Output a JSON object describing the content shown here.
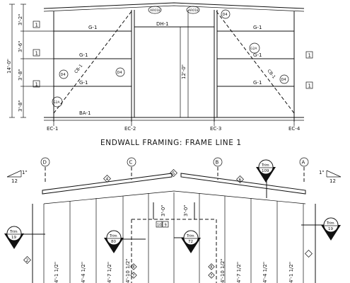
{
  "top": {
    "left_dims": [
      "3'-2\"",
      "3'-6\"",
      "3'-8\"",
      "3'-8\""
    ],
    "overall_dim": "14'-0\"",
    "center_dim": "12'-0\"",
    "girts_left": [
      "G-1",
      "G-1",
      "G-1"
    ],
    "girts_right": [
      "G-1",
      "G-1",
      "G-1"
    ],
    "header": "DH-1",
    "base_angle": "BA-1",
    "column_marks": [
      "EC-1",
      "EC-2",
      "EC-3",
      "EC-4"
    ],
    "rod_labels": [
      "AR018",
      "AR018"
    ],
    "circle_tags": [
      "D4",
      "D4",
      "D4",
      "D4",
      "G2A",
      "G2A"
    ],
    "brace_marks": [
      "CB-1",
      "CB-1"
    ],
    "box_tags": [
      "1",
      "1",
      "1",
      "1",
      "1"
    ],
    "title": "ENDWALL FRAMING:  FRAME LINE 1"
  },
  "bottom": {
    "grid_labels": [
      "D",
      "C",
      "B",
      "A"
    ],
    "slope_left": {
      "rise": "1\"",
      "run": "12"
    },
    "slope_right": {
      "rise": "1\"",
      "run": "12"
    },
    "diamond_tags": [
      "4",
      "5",
      "6"
    ],
    "trims": [
      {
        "word": "Trim",
        "num": "109"
      },
      {
        "word": "Trim",
        "num": "19"
      },
      {
        "word": "Trim",
        "num": "19"
      },
      {
        "word": "Trim",
        "num": "80"
      },
      {
        "word": "Trim",
        "num": "72"
      }
    ],
    "door_dims": [
      "3'-0\"",
      "3'-0\""
    ],
    "panel_lengths": [
      "4'-1 1/2\"",
      "4'-4 1/2\"",
      "4'-7 1/2\"",
      "4'-10 1/2\"",
      "4'-10 1/2\"",
      "4'-7 1/2\"",
      "4'-4 1/2\"",
      "4'-1 1/2\""
    ],
    "small_tags": [
      "10",
      "9",
      "8",
      "7",
      "2"
    ]
  }
}
